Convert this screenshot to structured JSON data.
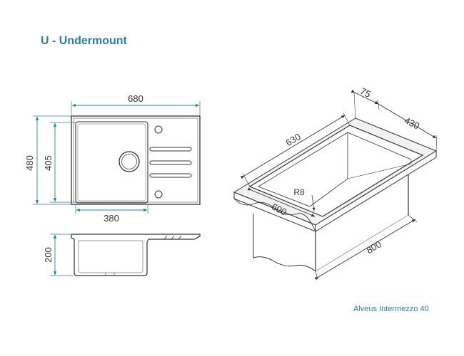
{
  "header": {
    "title": "U - Undermount"
  },
  "footer": {
    "caption": "Alveus Intermezzo 40"
  },
  "colors": {
    "title": "#2a7fa6",
    "dimension": "#2a7fa6",
    "outline": "#333333",
    "plane": "#f2f2f2"
  },
  "top_view": {
    "width_label": "680",
    "height_outer_label": "480",
    "height_inner_label": "405",
    "bowl_width_label": "380"
  },
  "side_view": {
    "depth_label": "200"
  },
  "iso_view": {
    "rim_label": "75",
    "width_label": "430",
    "length_label": "630",
    "front_label": "600",
    "radius_label": "R8",
    "cabinet_label": "800"
  }
}
